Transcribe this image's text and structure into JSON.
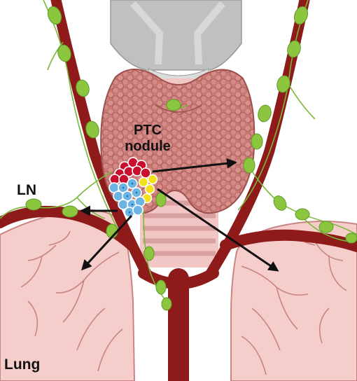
{
  "labels": {
    "tumor_line1": "PTC",
    "tumor_line2": "nodule",
    "lymph_node": "LN",
    "lung": "Lung"
  },
  "colors": {
    "artery": "#8e1a1a",
    "lymph_node": "#8cc63f",
    "lymph_vessel": "#7ab83a",
    "thyroid": "#c97a76",
    "thyroid_cell": "#b05e5c",
    "trachea": "#f2c6c4",
    "trachea_ring": "#d8a09e",
    "lung": "#f5cdca",
    "lung_vessel": "#c98583",
    "larynx": "#c0c0c0",
    "tumor_red": "#c8102e",
    "tumor_blue": "#6cb4e4",
    "tumor_yellow": "#f4e11c",
    "arrow": "#111111"
  }
}
